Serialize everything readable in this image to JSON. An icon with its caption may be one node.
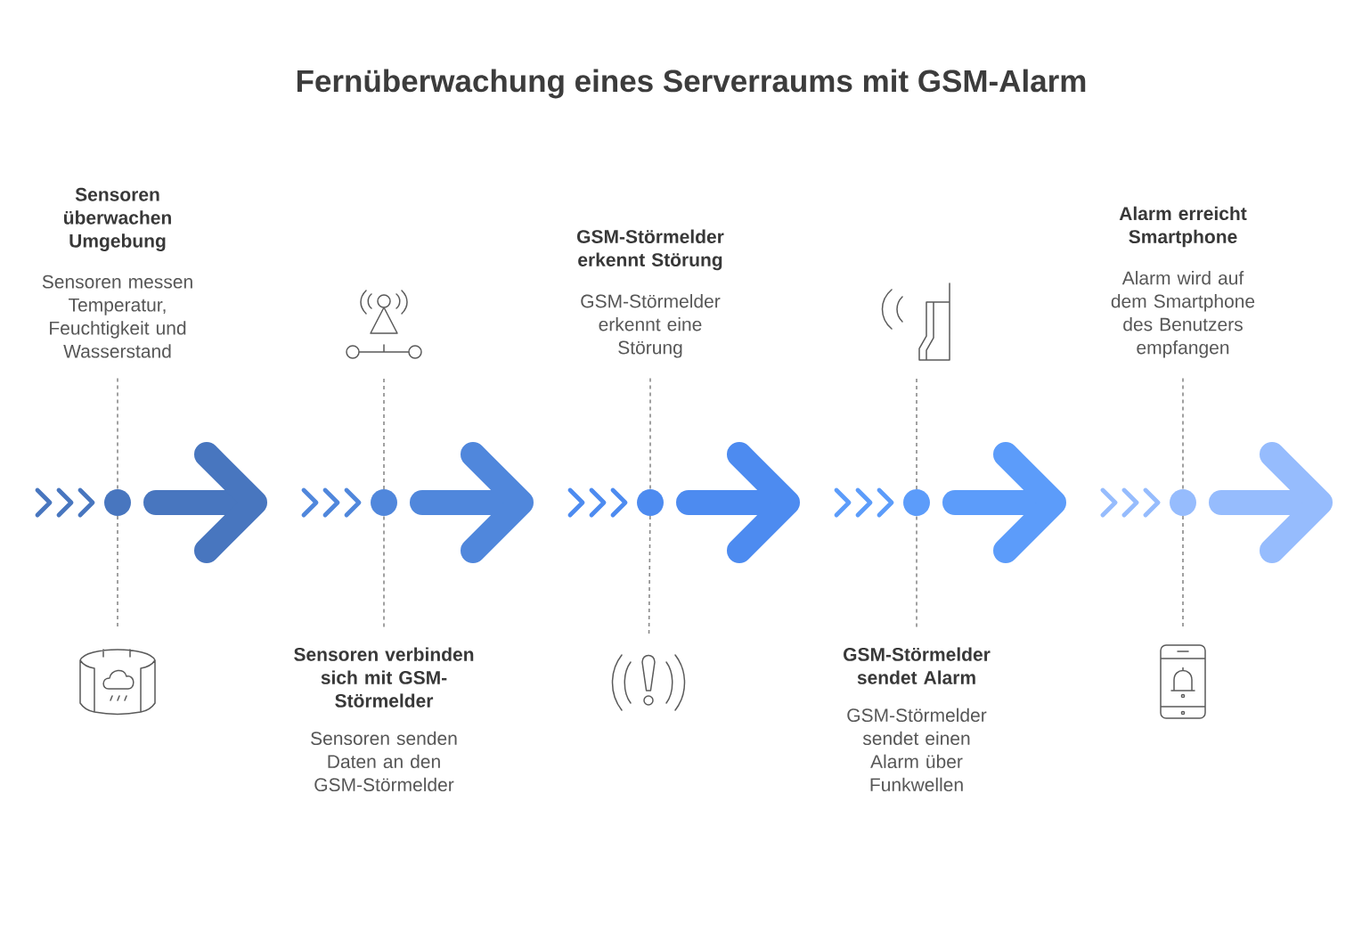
{
  "diagram": {
    "title": "Fernüberwachung eines Serverraums mit GSM-Alarm",
    "nodes": [
      {
        "text": [
          "Sensoren überwachen Umgebung",
          "Sensoren messen Temperatur, Feuchtigkeit und Wasserstand"
        ]
      },
      {
        "text": [],
        "shape": "circle"
      },
      {
        "text": [],
        "shape": "picture"
      },
      {
        "text": [
          "Sensoren verbinden sich mit GSM-Störmelder",
          "Sensoren senden Daten an den GSM-Störmelder"
        ]
      },
      {
        "text": [],
        "shape": "circle"
      },
      {
        "text": [],
        "shape": "picture"
      },
      {
        "text": [
          "GSM-Störmelder erkennt Störung",
          "GSM-Störmelder erkennt eine Störung"
        ]
      },
      {
        "text": [],
        "shape": "circle"
      },
      {
        "text": [],
        "shape": "picture"
      },
      {
        "text": [
          "GSM-Störmelder sendet Alarm",
          "GSM-Störmelder sendet einen Alarm über Funkwellen"
        ]
      },
      {
        "text": [],
        "shape": "circle"
      },
      {
        "text": [],
        "shape": "picture"
      },
      {
        "text": [
          "Alarm erreicht Smartphone",
          "Alarm wird auf dem Smartphone des Benutzers empfangen"
        ]
      },
      {
        "text": [],
        "shape": "circle"
      },
      {
        "text": [],
        "shape": "picture"
      }
    ],
    "edges": [
      {
        "from": 0,
        "to": 1,
        "arrow": "none",
        "style": "dashed"
      },
      {
        "from": 1,
        "to": 2,
        "arrow": "none",
        "style": "dashed"
      },
      {
        "from": 3,
        "to": 4,
        "arrow": "none",
        "style": "dashed"
      },
      {
        "from": 4,
        "to": 5,
        "arrow": "none",
        "style": "dashed"
      },
      {
        "from": 6,
        "to": 7,
        "arrow": "none",
        "style": "dashed"
      },
      {
        "from": 7,
        "to": 8,
        "arrow": "none",
        "style": "dashed"
      },
      {
        "from": 9,
        "to": 10,
        "arrow": "none",
        "style": "dashed"
      },
      {
        "from": 10,
        "to": 11,
        "arrow": "none",
        "style": "dashed"
      },
      {
        "from": 12,
        "to": 13,
        "arrow": "none",
        "style": "dashed"
      },
      {
        "from": 13,
        "to": 14,
        "arrow": "none",
        "style": "dashed"
      },
      {
        "from": 1,
        "to": 4,
        "arrow": "to",
        "style": "thick",
        "color": "#4876bf"
      },
      {
        "from": 4,
        "to": 7,
        "arrow": "to",
        "style": "thick",
        "color": "#5087dc"
      },
      {
        "from": 7,
        "to": 10,
        "arrow": "to",
        "style": "thick",
        "color": "#4d8bf0"
      },
      {
        "from": 10,
        "to": 13,
        "arrow": "to",
        "style": "thick",
        "color": "#5c9cfa"
      },
      {
        "from": 13,
        "to": null,
        "arrow": "to",
        "style": "thick",
        "color": "#96bcfd"
      }
    ]
  }
}
